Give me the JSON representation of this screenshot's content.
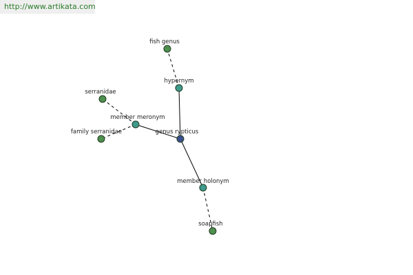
{
  "watermark": "http://www.artikata.com",
  "colors": {
    "center": "#3b4f8f",
    "relation": "#3f9a8c",
    "leaf": "#4f8f4f",
    "stroke": "#1f3a1f",
    "edge": "#000000"
  },
  "nodes": {
    "center": {
      "label": "genus rypticus",
      "kind": "center"
    },
    "hypernym": {
      "label": "hypernym",
      "kind": "relation"
    },
    "meronym": {
      "label": "member meronym",
      "kind": "relation"
    },
    "holonym": {
      "label": "member holonym",
      "kind": "relation"
    },
    "fish": {
      "label": "fish genus",
      "kind": "leaf"
    },
    "serr": {
      "label": "serranidae",
      "kind": "leaf"
    },
    "famserr": {
      "label": "family serranidae",
      "kind": "leaf"
    },
    "soap": {
      "label": "soapfish",
      "kind": "leaf"
    }
  },
  "edges": [
    {
      "from": "center",
      "to": "hypernym",
      "style": "solid"
    },
    {
      "from": "center",
      "to": "meronym",
      "style": "solid"
    },
    {
      "from": "center",
      "to": "holonym",
      "style": "solid"
    },
    {
      "from": "hypernym",
      "to": "fish",
      "style": "dashed"
    },
    {
      "from": "meronym",
      "to": "serr",
      "style": "dashed"
    },
    {
      "from": "meronym",
      "to": "famserr",
      "style": "dashed"
    },
    {
      "from": "holonym",
      "to": "soap",
      "style": "dashed"
    }
  ]
}
